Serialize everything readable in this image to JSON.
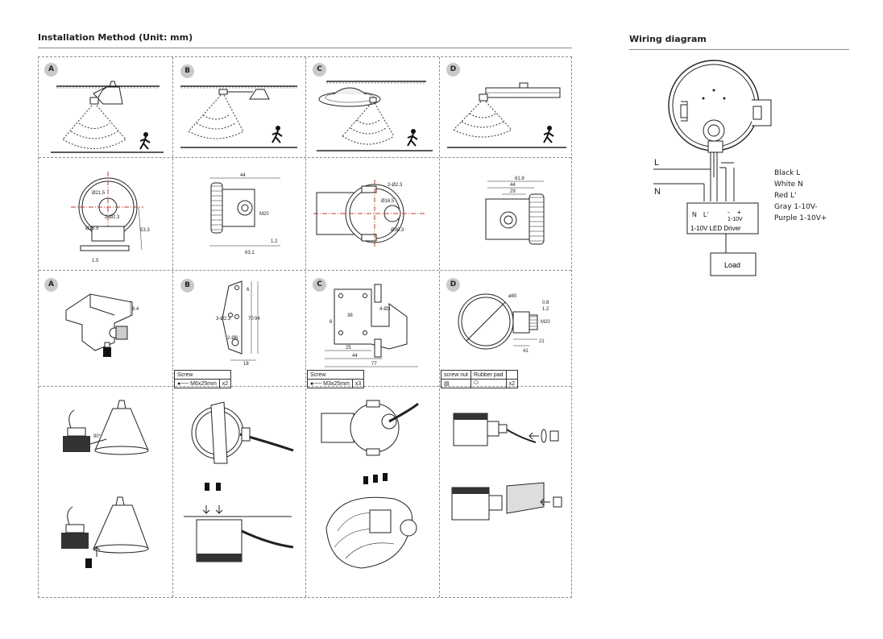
{
  "install": {
    "title": "Installation Method  (Unit: mm)"
  },
  "wiring": {
    "title": "Wiring diagram",
    "line_L": "L",
    "line_N": "N",
    "driver_top": {
      "n": "N",
      "lp": "L'",
      "minus": "-",
      "plus": "+",
      "range": "1-10V"
    },
    "driver_bottom": "1-10V LED  Driver",
    "load": "Load",
    "legend": [
      "Black L",
      "White N",
      "Red L'",
      "Gray 1-10V-",
      "Purple 1-10V+"
    ]
  },
  "rows": {
    "mount_badges": [
      "A",
      "B",
      "C",
      "D"
    ],
    "bracket_badges": [
      "A",
      "B",
      "C",
      "D"
    ]
  },
  "dims": {
    "r2_c1": [
      "Ø21.5",
      "2-Ø2.3",
      "Ø16.5",
      "53.3",
      "1.5"
    ],
    "r2_c2": [
      "44",
      "M20",
      "1.2",
      "63.1"
    ],
    "r2_c3": [
      "2-Ø2.3",
      "Ø16.5",
      "Ø30.3"
    ],
    "r2_c4": [
      "61.9",
      "44",
      "29"
    ],
    "r3_c1": [
      "9.4"
    ],
    "r3_c2": [
      "6",
      "3-Ø2.3",
      "70",
      "94",
      "2-Ø6",
      "18"
    ],
    "r3_c3": [
      "38",
      "4-Ø3",
      "6",
      "25",
      "44",
      "77"
    ],
    "r3_c4": [
      "ø80",
      "0.8",
      "1.2",
      "M20",
      "21",
      "41"
    ]
  },
  "screw_b": {
    "label": "Screw",
    "spec": "M6x25mm",
    "qty": "x2"
  },
  "screw_c": {
    "label": "Screw",
    "spec": "M3x25mm",
    "qty": "x3"
  },
  "parts_d": {
    "nut": "screw nut",
    "pad": "Rubber pad",
    "qty": "x2"
  }
}
